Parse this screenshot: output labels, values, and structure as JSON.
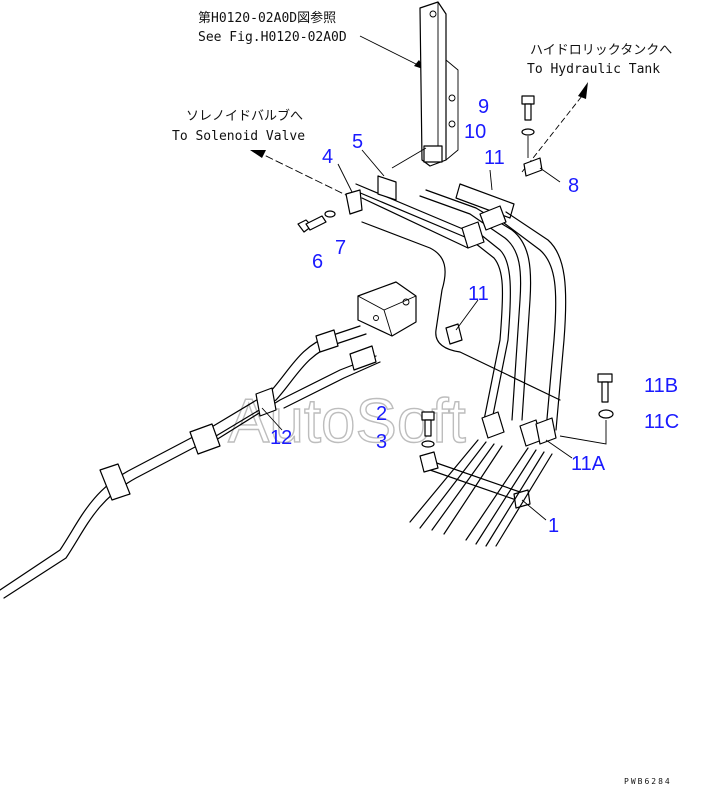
{
  "notes": {
    "figure_ref_jp": "第H0120-02A0D図参照",
    "figure_ref_en": "See Fig.H0120-02A0D",
    "hydraulic_tank_jp": "ハイドロリックタンクへ",
    "hydraulic_tank_en": "To Hydraulic Tank",
    "solenoid_valve_jp": "ソレノイドバルブへ",
    "solenoid_valve_en": "To Solenoid Valve"
  },
  "callouts": {
    "c9": "9",
    "c10": "10",
    "c8": "8",
    "c11_top": "11",
    "c5": "5",
    "c4": "4",
    "c7": "7",
    "c6": "6",
    "c11_mid": "11",
    "c11b": "11B",
    "c11c": "11C",
    "c2": "2",
    "c3": "3",
    "c12": "12",
    "c11a": "11A",
    "c1": "1"
  },
  "watermark": "AutoSoft",
  "drawing_code": "PWB6284",
  "colors": {
    "callout": "#1a1aff",
    "line": "#000000",
    "watermark": "#bdbdbd"
  }
}
